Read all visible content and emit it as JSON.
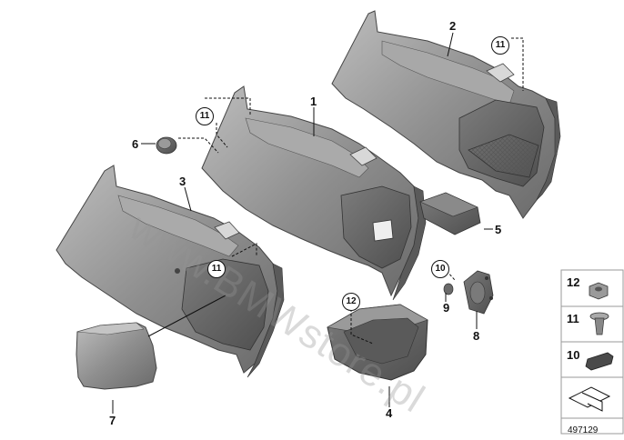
{
  "callouts": {
    "p1": "1",
    "p2": "2",
    "p3": "3",
    "p4": "4",
    "p5": "5",
    "p6": "6",
    "p7": "7",
    "p8": "8",
    "p9": "9"
  },
  "circled": {
    "c11a": "11",
    "c11b": "11",
    "c11c": "11",
    "c10": "10",
    "c12": "12"
  },
  "legend": {
    "l12": "12",
    "l11": "11",
    "l10": "10"
  },
  "watermark": "www.BMWstore.pl",
  "diagram_id": "497129",
  "colors": {
    "part_fill": "#8e8e8e",
    "part_dark": "#6e6e6e",
    "part_light": "#b5b5b5",
    "leader": "#111111",
    "legend_border": "#9a9a9a"
  }
}
